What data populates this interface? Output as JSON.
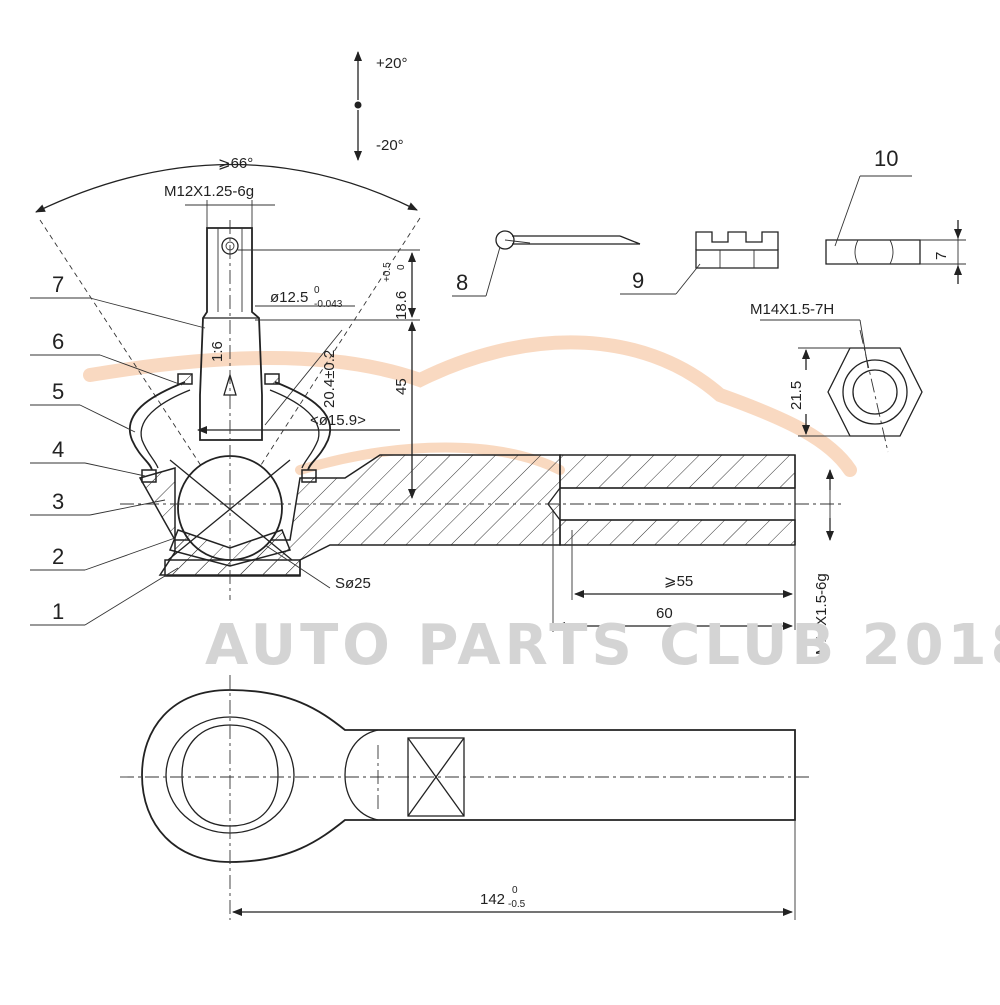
{
  "watermark": "AUTO PARTS CLUB 2018",
  "colors": {
    "line": "#222222",
    "watermark_text": "#d4d4d4",
    "watermark_car": "#f7c9a6"
  },
  "angles": {
    "up": "+20°",
    "down": "-20°",
    "cone": "⩾66°"
  },
  "callouts": [
    "1",
    "2",
    "3",
    "4",
    "5",
    "6",
    "7",
    "8",
    "9",
    "10"
  ],
  "dimensions": {
    "stud_thread": "M12X1.25-6g",
    "stud_dia_main": "ø12.5",
    "stud_dia_tol_upper": "0",
    "stud_dia_tol_lower": "-0.043",
    "taper": "1:6",
    "stud_len_main": "18.6",
    "stud_len_tol_upper": "+0.5",
    "stud_len_tol_lower": "0",
    "boot_height": "20.4±0.2",
    "height_45": "45",
    "boot_dia": "<ø15.9>",
    "ball_dia": "Sø25",
    "thread_depth": "⩾55",
    "bore_depth": "60",
    "shank_thread": "M14X1.5-6g",
    "nut_thread": "M14X1.5-7H",
    "nut_width": "21.5",
    "locknut_height": "7",
    "overall_len_main": "142",
    "overall_len_tol_upper": "0",
    "overall_len_tol_lower": "-0.5"
  }
}
